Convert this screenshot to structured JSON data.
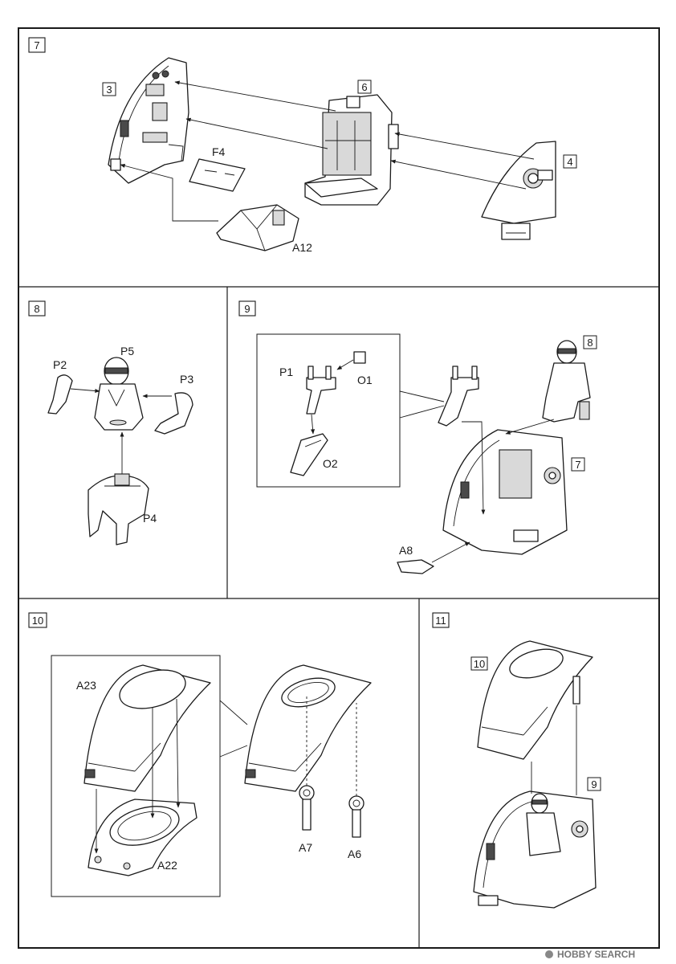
{
  "steps": [
    {
      "number": "7",
      "parts": [
        "3",
        "6",
        "4",
        "F4",
        "A12"
      ]
    },
    {
      "number": "8",
      "parts": [
        "P5",
        "P2",
        "P3",
        "P4"
      ]
    },
    {
      "number": "9",
      "parts": [
        "P1",
        "O1",
        "O2",
        "8",
        "7",
        "A8"
      ]
    },
    {
      "number": "10",
      "parts": [
        "A23",
        "A22",
        "A7",
        "A6"
      ]
    },
    {
      "number": "11",
      "parts": [
        "10",
        "9"
      ]
    }
  ],
  "labels": {
    "s7": {
      "step": "7",
      "p3": "3",
      "p6": "6",
      "p4": "4",
      "f4": "F4",
      "a12": "A12"
    },
    "s8": {
      "step": "8",
      "p5": "P5",
      "p2": "P2",
      "p3": "P3",
      "p4": "P4"
    },
    "s9": {
      "step": "9",
      "p1": "P1",
      "o1": "O1",
      "o2": "O2",
      "ref8": "8",
      "ref7": "7",
      "a8": "A8"
    },
    "s10": {
      "step": "10",
      "a23": "A23",
      "a22": "A22",
      "a7": "A7",
      "a6": "A6"
    },
    "s11": {
      "step": "11",
      "ref10": "10",
      "ref9": "9"
    }
  },
  "watermark": {
    "logo": "HOBBY SEARCH"
  }
}
